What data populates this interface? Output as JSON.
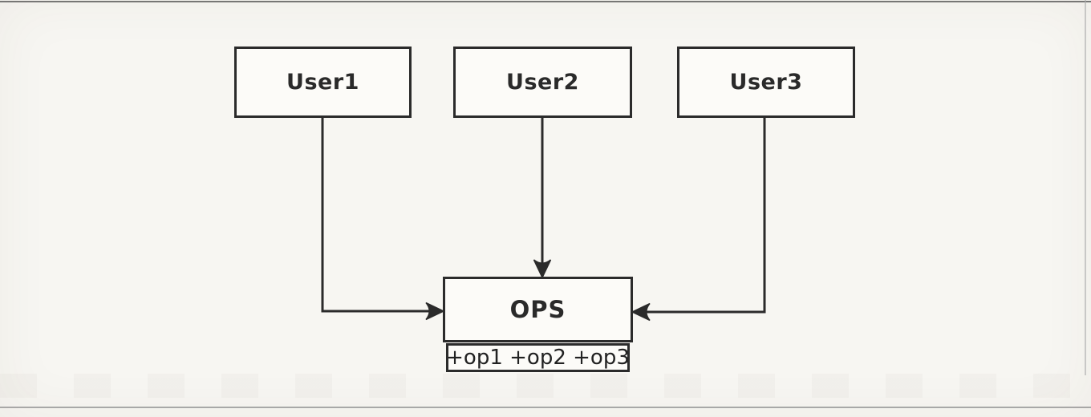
{
  "diagram": {
    "nodes": {
      "user1": {
        "label": "User1"
      },
      "user2": {
        "label": "User2"
      },
      "user3": {
        "label": "User3"
      },
      "ops": {
        "label": "OPS",
        "operations": "+op1 +op2 +op3"
      }
    },
    "edges": [
      {
        "from": "User1",
        "to": "OPS",
        "enters": "left",
        "style": "elbow solid arrow"
      },
      {
        "from": "User2",
        "to": "OPS",
        "enters": "top",
        "style": "straight solid arrow"
      },
      {
        "from": "User3",
        "to": "OPS",
        "enters": "right",
        "style": "elbow solid arrow"
      }
    ],
    "colors": {
      "ink": "#2b2b2b",
      "paper": "#f7f6f2",
      "node_fill": "#fcfbf8"
    }
  }
}
